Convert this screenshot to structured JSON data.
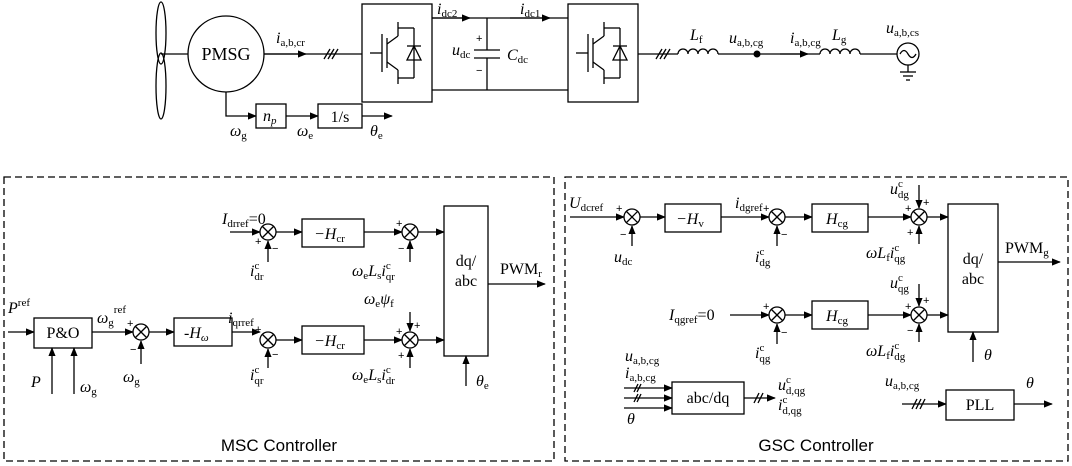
{
  "power_circuit": {
    "generator": "PMSG",
    "i_abc_cr": "i",
    "i_abc_cr_sub": "a,b,cr",
    "i_dc2": "i",
    "i_dc2_sub": "dc2",
    "i_dc1": "i",
    "i_dc1_sub": "dc1",
    "u_dc": "u",
    "u_dc_sub": "dc",
    "c_dc": "C",
    "c_dc_sub": "dc",
    "l_f": "L",
    "l_f_sub": "f",
    "u_abc_cg": "u",
    "u_abc_cg_sub": "a,b,cg",
    "i_abc_cg": "i",
    "i_abc_cg_sub": "a,b,cg",
    "l_g": "L",
    "l_g_sub": "g",
    "u_abc_cs": "u",
    "u_abc_cs_sub": "a,b,cs",
    "np_block": "n",
    "np_block_sub": "p",
    "integrator_block": "1/s",
    "omega_g": "ω",
    "omega_g_sub": "g",
    "omega_e": "ω",
    "omega_e_sub": "e",
    "theta_e": "θ",
    "theta_e_sub": "e"
  },
  "msc": {
    "caption": "MSC Controller",
    "idrref": "I",
    "idrref_sub": "drref",
    "idrref_val": "=0",
    "idr_c": "i",
    "idr_c_sub": "dr",
    "idr_c_sup": "c",
    "hcr1": "−H",
    "hcr1_sub": "cr",
    "we_ls_iqr": "ω",
    "we_ls_iqr_sub1": "e",
    "we_ls_iqr_l": "L",
    "we_ls_iqr_sub2": "s",
    "we_ls_iqr_i": "i",
    "we_ls_iqr_sup": "c",
    "we_ls_iqr_sub3": "qr",
    "we_psi": "ω",
    "we_psi_sub1": "e",
    "we_psi_p": "ψ",
    "we_psi_sub2": "f",
    "dqabc_line1": "dq/",
    "dqabc_line2": "abc",
    "pwm": "PWM",
    "pwm_sub": "r",
    "pref": "P",
    "pref_sup": "ref",
    "po_block": "P&O",
    "p_in": "P",
    "wg_in": "ω",
    "wg_in_sub": "g",
    "wg_ref": "ω",
    "wg_ref_sub": "g",
    "wg_ref_sup": "ref",
    "wg_fb": "ω",
    "wg_fb_sub": "g",
    "hw_block": "-H",
    "hw_block_sub": "ω",
    "iqrref": "i",
    "iqrref_sub": "qrref",
    "iqr_c": "i",
    "iqr_c_sub": "qr",
    "iqr_c_sup": "c",
    "hcr2": "−H",
    "hcr2_sub": "cr",
    "we_ls_idr": "ω",
    "we_ls_idr_sub1": "e",
    "we_ls_idr_l": "L",
    "we_ls_idr_sub2": "s",
    "we_ls_idr_i": "i",
    "we_ls_idr_sup": "c",
    "we_ls_idr_sub3": "dr",
    "theta_e": "θ",
    "theta_e_sub": "e"
  },
  "gsc": {
    "caption": "GSC Controller",
    "udcref": "U",
    "udcref_sub": "dcref",
    "udc": "u",
    "udc_sub": "dc",
    "hv_block": "−H",
    "hv_block_sub": "v",
    "idgref": "i",
    "idgref_sub": "dgref",
    "idg_c": "i",
    "idg_c_sub": "dg",
    "idg_c_sup": "c",
    "hcg1": "H",
    "hcg1_sub": "cg",
    "udg_c": "u",
    "udg_c_sub": "dg",
    "udg_c_sup": "c",
    "wlf_iqg": "ωL",
    "wlf_iqg_sub1": "f",
    "wlf_iqg_i": "i",
    "wlf_iqg_sup": "c",
    "wlf_iqg_sub2": "qg",
    "dqabc_line1": "dq/",
    "dqabc_line2": "abc",
    "pwm": "PWM",
    "pwm_sub": "g",
    "iqgref": "I",
    "iqgref_sub": "qgref",
    "iqgref_val": "=0",
    "iqg_c": "i",
    "iqg_c_sub": "qg",
    "iqg_c_sup": "c",
    "hcg2": "H",
    "hcg2_sub": "cg",
    "uqg_c": "u",
    "uqg_c_sub": "qg",
    "uqg_c_sup": "c",
    "wlf_idg": "ωL",
    "wlf_idg_sub1": "f",
    "wlf_idg_i": "i",
    "wlf_idg_sup": "c",
    "wlf_idg_sub2": "dg",
    "theta_in": "θ",
    "u_abc_cg": "u",
    "u_abc_cg_sub": "a,b,cg",
    "i_abc_cg": "i",
    "i_abc_cg_sub": "a,b,cg",
    "theta_abcdq": "θ",
    "abcdq_block": "abc/dq",
    "udq_out": "u",
    "udq_out_sub": "d,qg",
    "udq_out_sup": "c",
    "idq_out": "i",
    "idq_out_sub": "d,qg",
    "idq_out_sup": "c",
    "pll_u": "u",
    "pll_u_sub": "a,b,cg",
    "pll_block": "PLL",
    "pll_theta": "θ"
  }
}
